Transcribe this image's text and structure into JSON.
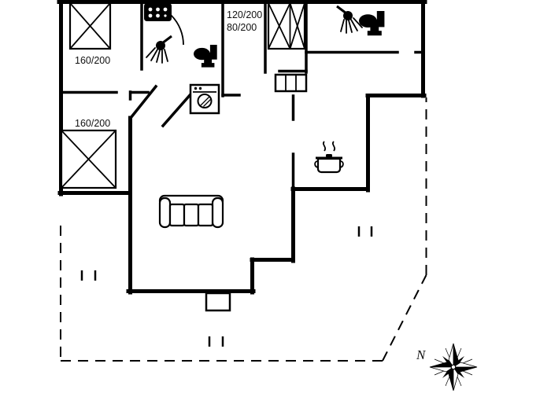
{
  "colors": {
    "walls": "#000000",
    "background": "#ffffff"
  },
  "floorplan": {
    "bed_labels": {
      "top_left": "160/200",
      "mid_left": "160/200",
      "center_large": "120/200",
      "center_small": "80/200"
    },
    "compass": {
      "north_label": "N"
    },
    "icons": [
      "double-bed-icon",
      "stove-hob-icon",
      "shower-icon",
      "toilet-icon",
      "washing-machine-icon",
      "wardrobe-icon",
      "cooking-pot-icon",
      "sofa-icon",
      "compass-rose-icon"
    ]
  }
}
